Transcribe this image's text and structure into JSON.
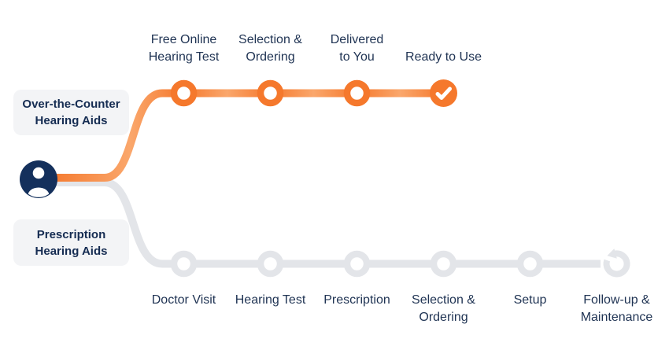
{
  "diagram": {
    "description": "Comparison of steps for over-the-counter vs prescription hearing aids",
    "colors": {
      "accent_orange": "#f5782c",
      "accent_orange_light": "#faa76c",
      "inactive_gray": "#e3e5e9",
      "person_navy": "#14305c",
      "label_text": "#1f3353",
      "route_box_bg": "#f3f4f6",
      "route_box_text": "#152c52"
    },
    "person_icon": "person-icon",
    "routes": [
      {
        "id": "otc",
        "label": "Over-the-Counter\nHearing Aids",
        "color": "#f5782c",
        "steps": [
          {
            "label": "Free Online\nHearing Test",
            "marker": "circle-node"
          },
          {
            "label": "Selection &\nOrdering",
            "marker": "circle-node"
          },
          {
            "label": "Delivered\nto You",
            "marker": "circle-node"
          },
          {
            "label": "Ready to Use",
            "marker": "check-icon"
          }
        ]
      },
      {
        "id": "prescription",
        "label": "Prescription\nHearing Aids",
        "color": "#e3e5e9",
        "steps": [
          {
            "label": "Doctor Visit",
            "marker": "circle-node"
          },
          {
            "label": "Hearing Test",
            "marker": "circle-node"
          },
          {
            "label": "Prescription",
            "marker": "circle-node"
          },
          {
            "label": "Selection &\nOrdering",
            "marker": "circle-node"
          },
          {
            "label": "Setup",
            "marker": "circle-node"
          },
          {
            "label": "Follow-up &\nMaintenance",
            "marker": "repeat-icon"
          }
        ]
      }
    ]
  }
}
